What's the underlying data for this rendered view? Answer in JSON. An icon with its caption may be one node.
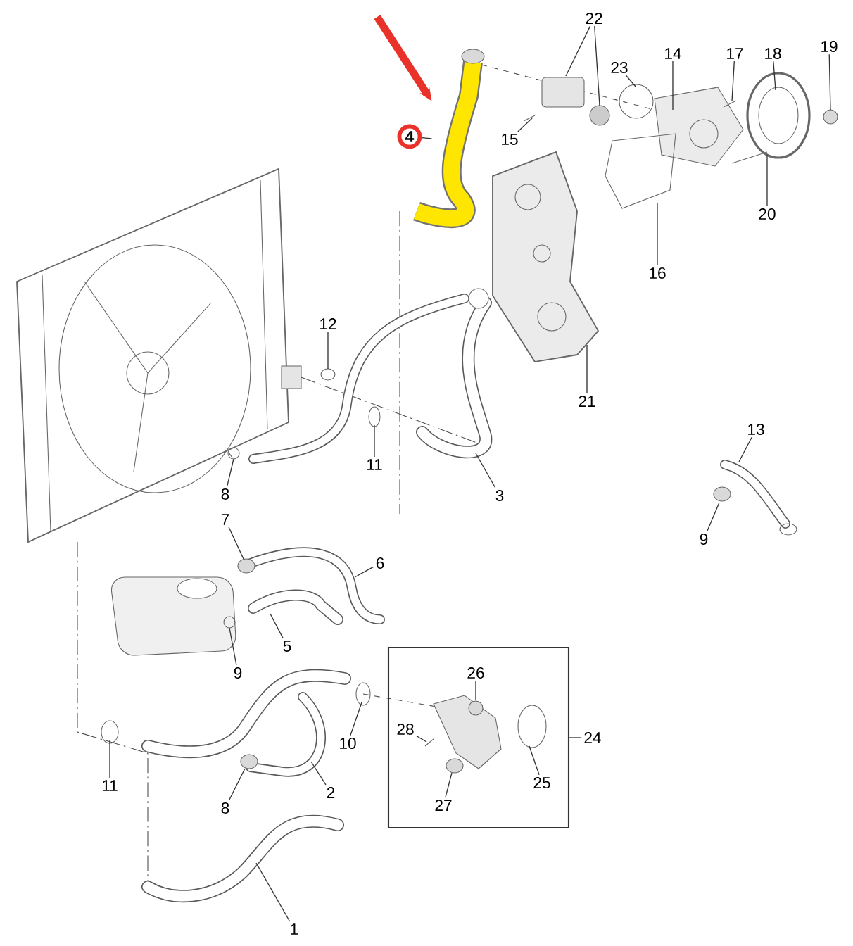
{
  "diagram": {
    "nodes": [
      {
        "text": [
          "22"
        ]
      },
      {
        "text": [
          "23"
        ]
      },
      {
        "text": [
          "14"
        ]
      },
      {
        "text": [
          "17"
        ]
      },
      {
        "text": [
          "18"
        ]
      },
      {
        "text": [
          "19"
        ]
      },
      {
        "text": [
          "4"
        ]
      },
      {
        "text": [],
        "shape": "picture"
      },
      {
        "text": [
          "15"
        ]
      },
      {
        "text": [
          "20"
        ]
      },
      {
        "text": [
          "16"
        ]
      },
      {
        "text": [
          "21"
        ]
      },
      {
        "text": [
          "12"
        ]
      },
      {
        "text": [
          "13"
        ]
      },
      {
        "text": [
          "11"
        ]
      },
      {
        "text": [
          "8"
        ]
      },
      {
        "text": [
          "3"
        ]
      },
      {
        "text": [
          "9"
        ]
      },
      {
        "text": [
          "7"
        ]
      },
      {
        "text": [
          "6"
        ]
      },
      {
        "text": [
          "5"
        ]
      },
      {
        "text": [
          "9"
        ]
      },
      {
        "text": [
          "10"
        ]
      },
      {
        "text": [
          "24"
        ]
      },
      {
        "text": [],
        "shape": "box"
      },
      {
        "text": [
          "26"
        ],
        "in": 24
      },
      {
        "text": [
          "28"
        ],
        "in": 24
      },
      {
        "text": [
          "25"
        ],
        "in": 24
      },
      {
        "text": [
          "27"
        ],
        "in": 24
      },
      {
        "text": [
          "11"
        ]
      },
      {
        "text": [
          "8"
        ]
      },
      {
        "text": [
          "2"
        ]
      },
      {
        "text": [
          "1"
        ]
      }
    ],
    "edges": [
      {
        "from": 0,
        "to": null,
        "arrow": "none"
      },
      {
        "from": 0,
        "to": null,
        "arrow": "none"
      },
      {
        "from": 1,
        "to": null,
        "arrow": "none"
      },
      {
        "from": 2,
        "to": null,
        "arrow": "none"
      },
      {
        "from": 3,
        "to": null,
        "arrow": "none"
      },
      {
        "from": 4,
        "to": null,
        "arrow": "none"
      },
      {
        "from": 5,
        "to": null,
        "arrow": "none"
      },
      {
        "from": 6,
        "to": 7,
        "arrow": "none"
      },
      {
        "from": null,
        "to": 7,
        "arrow": "to",
        "style": "thick",
        "color": "#e8322a"
      },
      {
        "from": 8,
        "to": null,
        "arrow": "none"
      },
      {
        "from": 9,
        "to": null,
        "arrow": "none"
      },
      {
        "from": 10,
        "to": null,
        "arrow": "none"
      },
      {
        "from": 11,
        "to": null,
        "arrow": "none"
      },
      {
        "from": 12,
        "to": null,
        "arrow": "none"
      },
      {
        "from": 13,
        "to": null,
        "arrow": "none"
      },
      {
        "from": 14,
        "to": null,
        "arrow": "none"
      },
      {
        "from": 15,
        "to": null,
        "arrow": "none"
      },
      {
        "from": 16,
        "to": null,
        "arrow": "none"
      },
      {
        "from": 17,
        "to": null,
        "arrow": "none"
      },
      {
        "from": 18,
        "to": null,
        "arrow": "none"
      },
      {
        "from": 19,
        "to": null,
        "arrow": "none"
      },
      {
        "from": 20,
        "to": null,
        "arrow": "none"
      },
      {
        "from": 21,
        "to": null,
        "arrow": "none"
      },
      {
        "from": 22,
        "to": null,
        "arrow": "none"
      },
      {
        "from": 23,
        "to": 24,
        "arrow": "none"
      },
      {
        "from": 25,
        "to": null,
        "arrow": "none"
      },
      {
        "from": 26,
        "to": null,
        "arrow": "none"
      },
      {
        "from": 27,
        "to": null,
        "arrow": "none"
      },
      {
        "from": 28,
        "to": null,
        "arrow": "none"
      },
      {
        "from": 29,
        "to": null,
        "arrow": "none"
      },
      {
        "from": 30,
        "to": null,
        "arrow": "none"
      },
      {
        "from": 31,
        "to": null,
        "arrow": "none"
      },
      {
        "from": 32,
        "to": null,
        "arrow": "none"
      }
    ]
  }
}
